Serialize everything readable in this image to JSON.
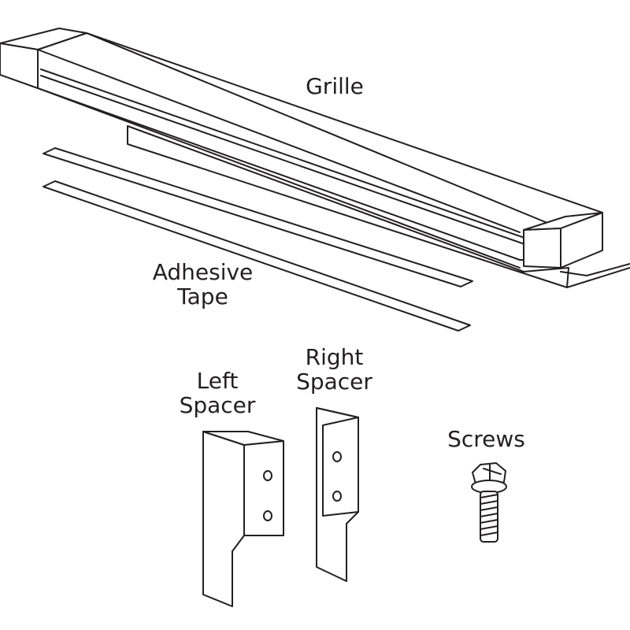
{
  "labels": {
    "grille": "Grille",
    "adhesive_tape_line1": "Adhesive",
    "adhesive_tape_line2": "Tape",
    "left_spacer_line1": "Left",
    "left_spacer_line2": "Spacer",
    "right_spacer_line1": "Right",
    "right_spacer_line2": "Spacer",
    "screws": "Screws"
  },
  "colors": {
    "line": "#231f20",
    "fill": "#ffffff",
    "shade": "#f4f4f4"
  }
}
